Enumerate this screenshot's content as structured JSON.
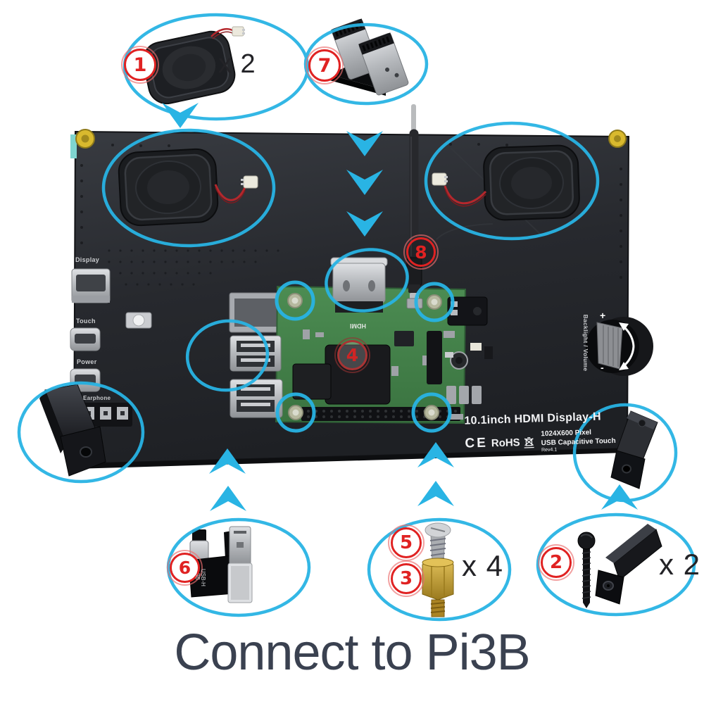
{
  "title": "Connect to Pi3B",
  "parts": {
    "p1": {
      "num": "1",
      "qty": "x 2",
      "name": "speaker"
    },
    "p2": {
      "num": "2",
      "qty": "x 2",
      "name": "stand-with-screw"
    },
    "p3": {
      "num": "3",
      "name": "copper-standoff"
    },
    "p35_qty": "x 4",
    "p4": {
      "num": "4",
      "name": "raspberry-pi-3b"
    },
    "p5": {
      "num": "5",
      "name": "screw"
    },
    "p6": {
      "num": "6",
      "name": "usb-h-adapter"
    },
    "p7": {
      "num": "7",
      "name": "hdmi-adapter"
    },
    "p8": {
      "num": "8",
      "name": "hdmi-cable"
    }
  },
  "board": {
    "port_labels": {
      "display": "Display",
      "touch": "Touch",
      "power": "Power",
      "earphone": "Earphone"
    },
    "backlight_label": "Backlight / Volume",
    "volume_plus": "+",
    "volume_minus": "-",
    "silkscreen": {
      "model": "10.1inch HDMI Display-H",
      "ce": "CE",
      "rohs": "RoHS",
      "resolution": "1024X600 Pixel",
      "touch": "USB Capacitive Touch",
      "revision": "Rev4.1"
    },
    "pi_silkscreen": "HDMI",
    "usb_adapter_silkscreen": {
      "line1": "USB-H",
      "line2": "3B"
    }
  },
  "colors": {
    "accent_cyan": "#29b4e4",
    "callout_red": "#e02222",
    "board_dark": "#2b2e34",
    "pcb_green": "#44824b",
    "title_text": "#3a4150",
    "brass": "#c29b36",
    "screw_yellow": "#d9b92e"
  }
}
